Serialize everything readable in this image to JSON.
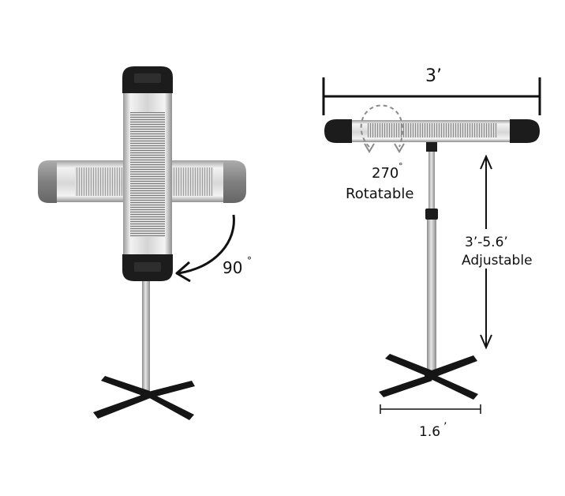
{
  "labels": {
    "width_dimension": "3’",
    "rotate_angle": "90",
    "rotate_degree_symbol": "°",
    "rotatable_angle": "270",
    "rotatable_degree_symbol": "°",
    "rotatable_text": "Rotatable",
    "height_range": "3’-5.6’",
    "adjustable_text": "Adjustable",
    "base_width": "1.6",
    "base_width_unit": "’"
  },
  "colors": {
    "cap": "#1c1c1c",
    "body": "#d8d8d8",
    "element": "#8a8a8a",
    "pole": "#b9b9b9",
    "base": "#151515",
    "dashed": "#8a8a8a"
  }
}
